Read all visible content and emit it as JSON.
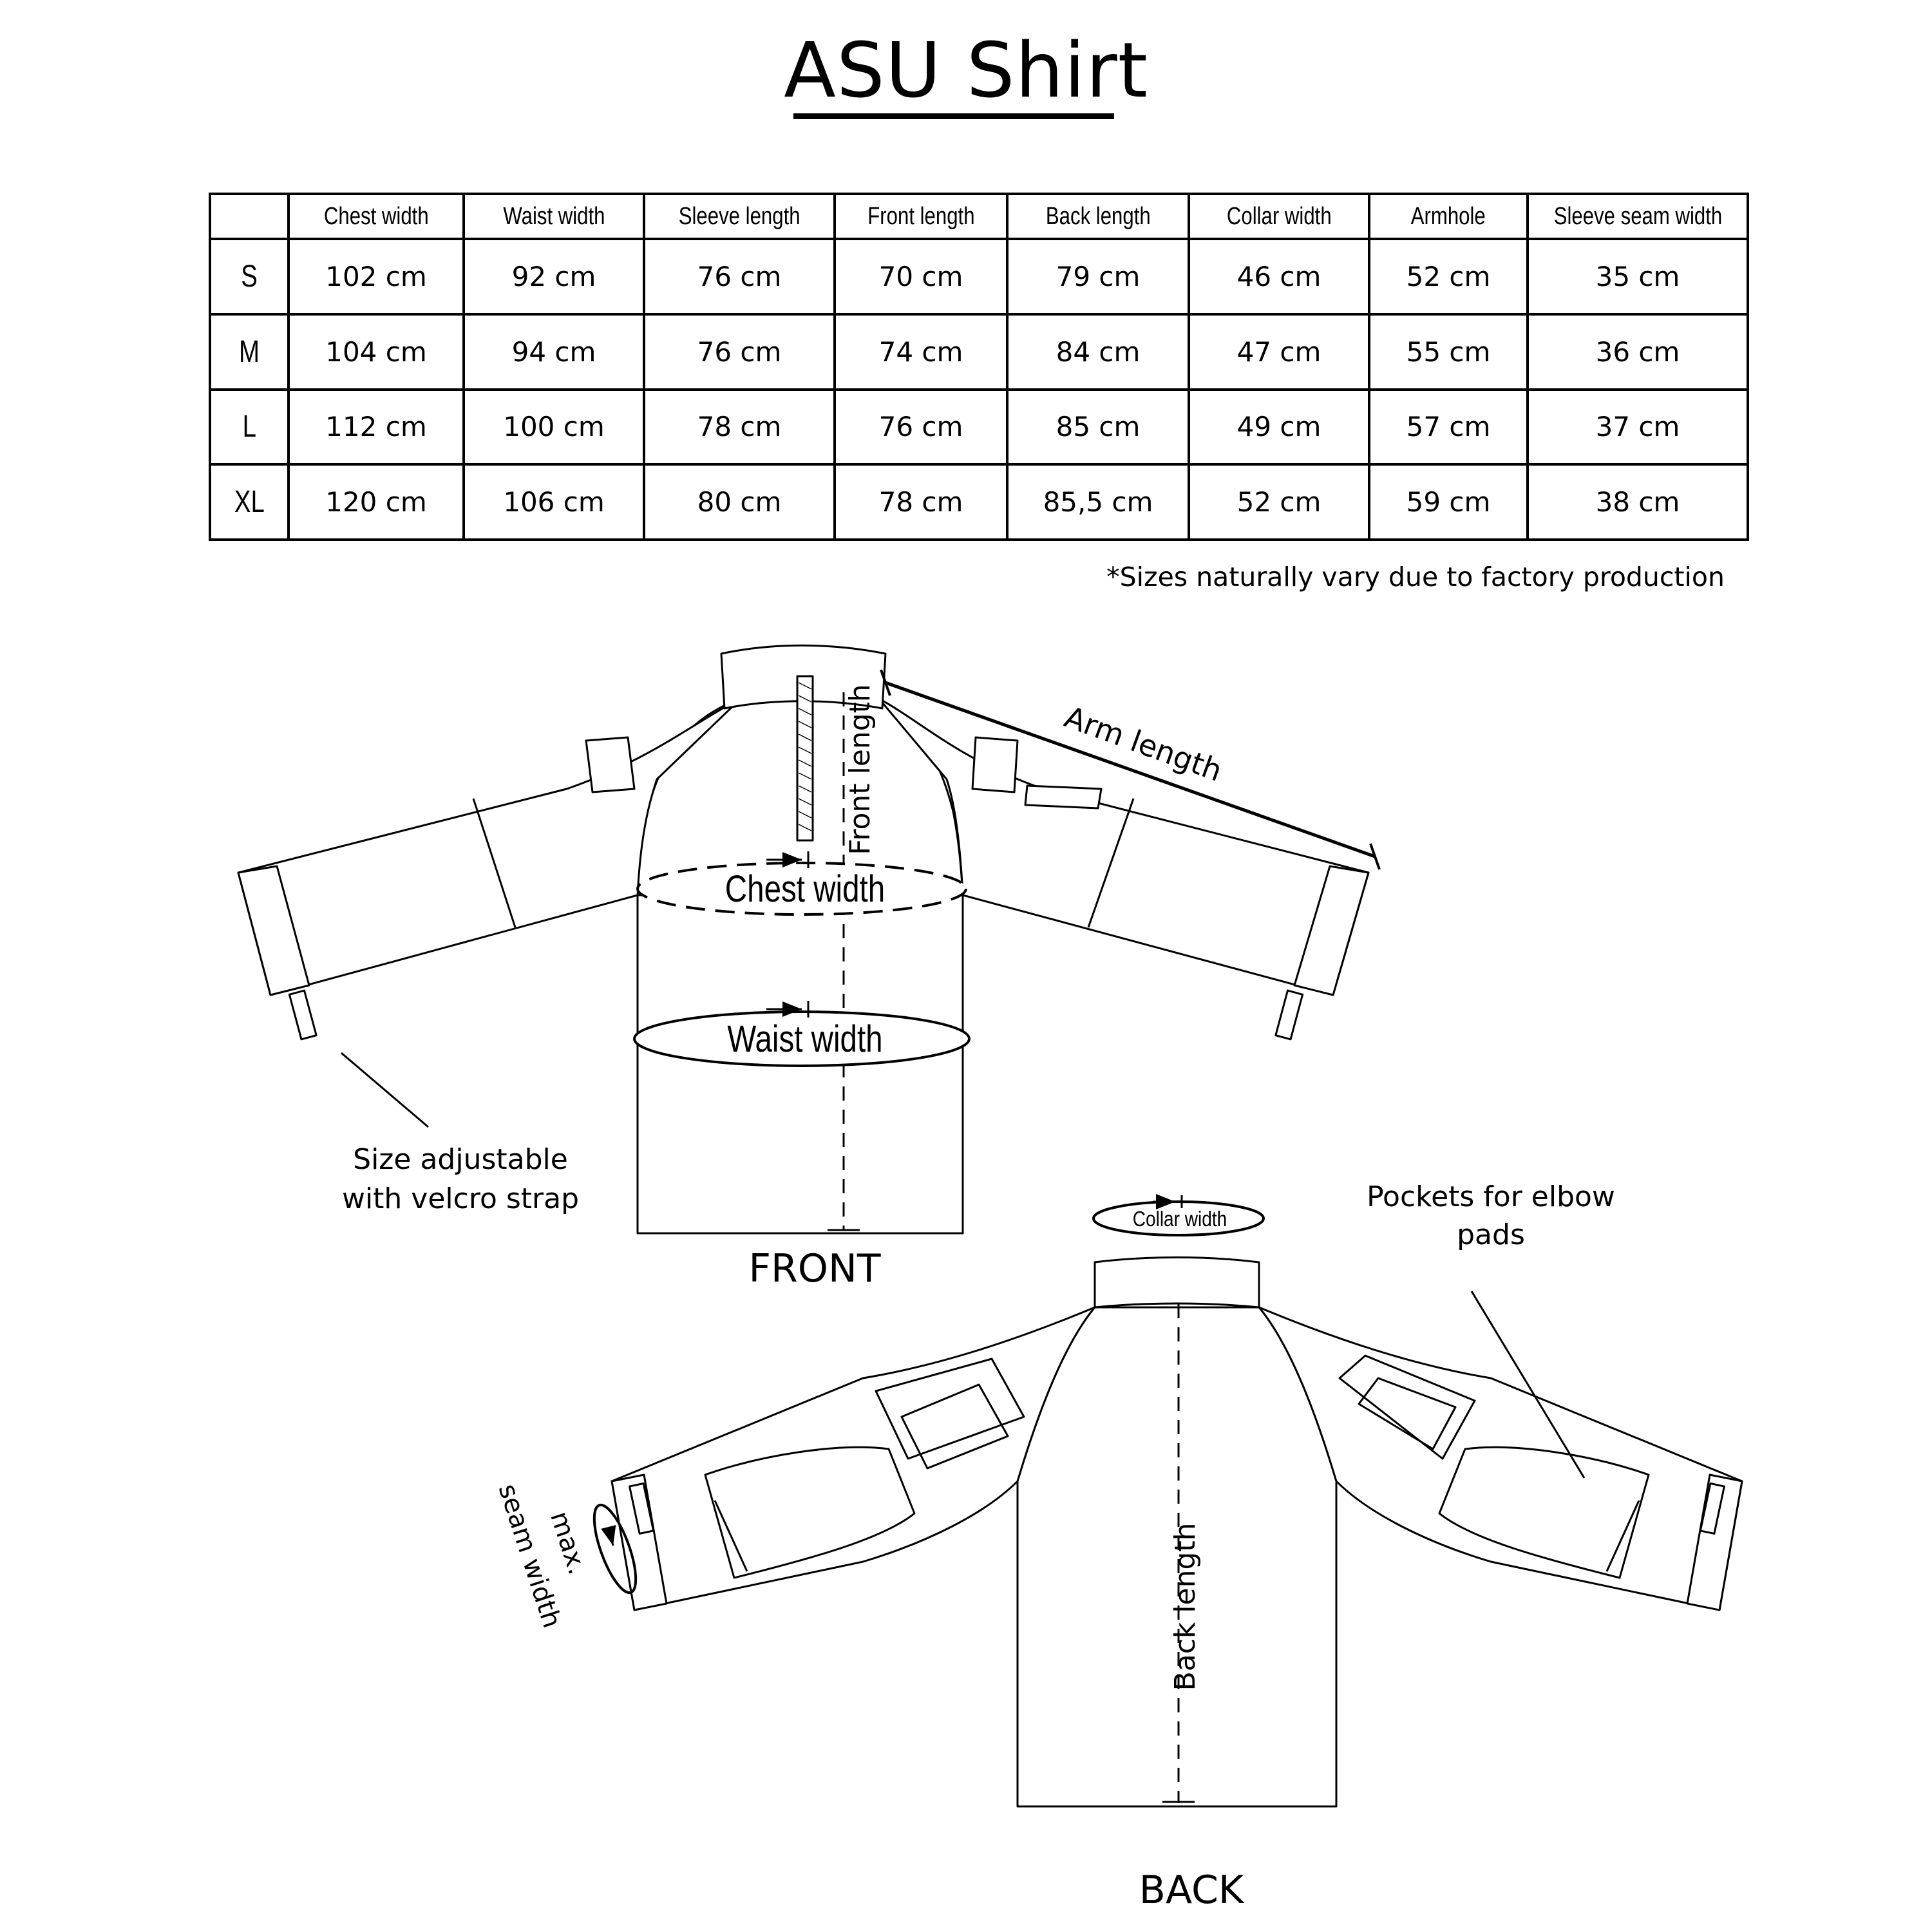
{
  "title": "ASU Shirt",
  "table": {
    "corner": "",
    "columns": [
      "Chest width",
      "Waist width",
      "Sleeve length",
      "Front length",
      "Back length",
      "Collar width",
      "Armhole",
      "Sleeve seam width"
    ],
    "rows": [
      {
        "size": "S",
        "values": [
          "102 cm",
          "92 cm",
          "76 cm",
          "70 cm",
          "79 cm",
          "46 cm",
          "52 cm",
          "35 cm"
        ]
      },
      {
        "size": "M",
        "values": [
          "104 cm",
          "94 cm",
          "76 cm",
          "74 cm",
          "84 cm",
          "47 cm",
          "55 cm",
          "36 cm"
        ]
      },
      {
        "size": "L",
        "values": [
          "112 cm",
          "100 cm",
          "78 cm",
          "76 cm",
          "85 cm",
          "49 cm",
          "57 cm",
          "37 cm"
        ]
      },
      {
        "size": "XL",
        "values": [
          "120 cm",
          "106 cm",
          "80 cm",
          "78 cm",
          "85,5 cm",
          "52 cm",
          "59 cm",
          "38 cm"
        ]
      }
    ]
  },
  "note": "*Sizes naturally vary due to factory production",
  "front": {
    "caption": "FRONT",
    "front_length": "Front length",
    "arm_length": "Arm length",
    "chest_width": "Chest width",
    "waist_width": "Waist width",
    "velcro_note_line1": "Size adjustable",
    "velcro_note_line2": "with velcro strap"
  },
  "back": {
    "caption": "BACK",
    "collar_width": "Collar width",
    "back_length": "Back length",
    "seam_line1": "max.",
    "seam_line2": "seam width",
    "elbow_note_line1": "Pockets for elbow",
    "elbow_note_line2": "pads"
  }
}
